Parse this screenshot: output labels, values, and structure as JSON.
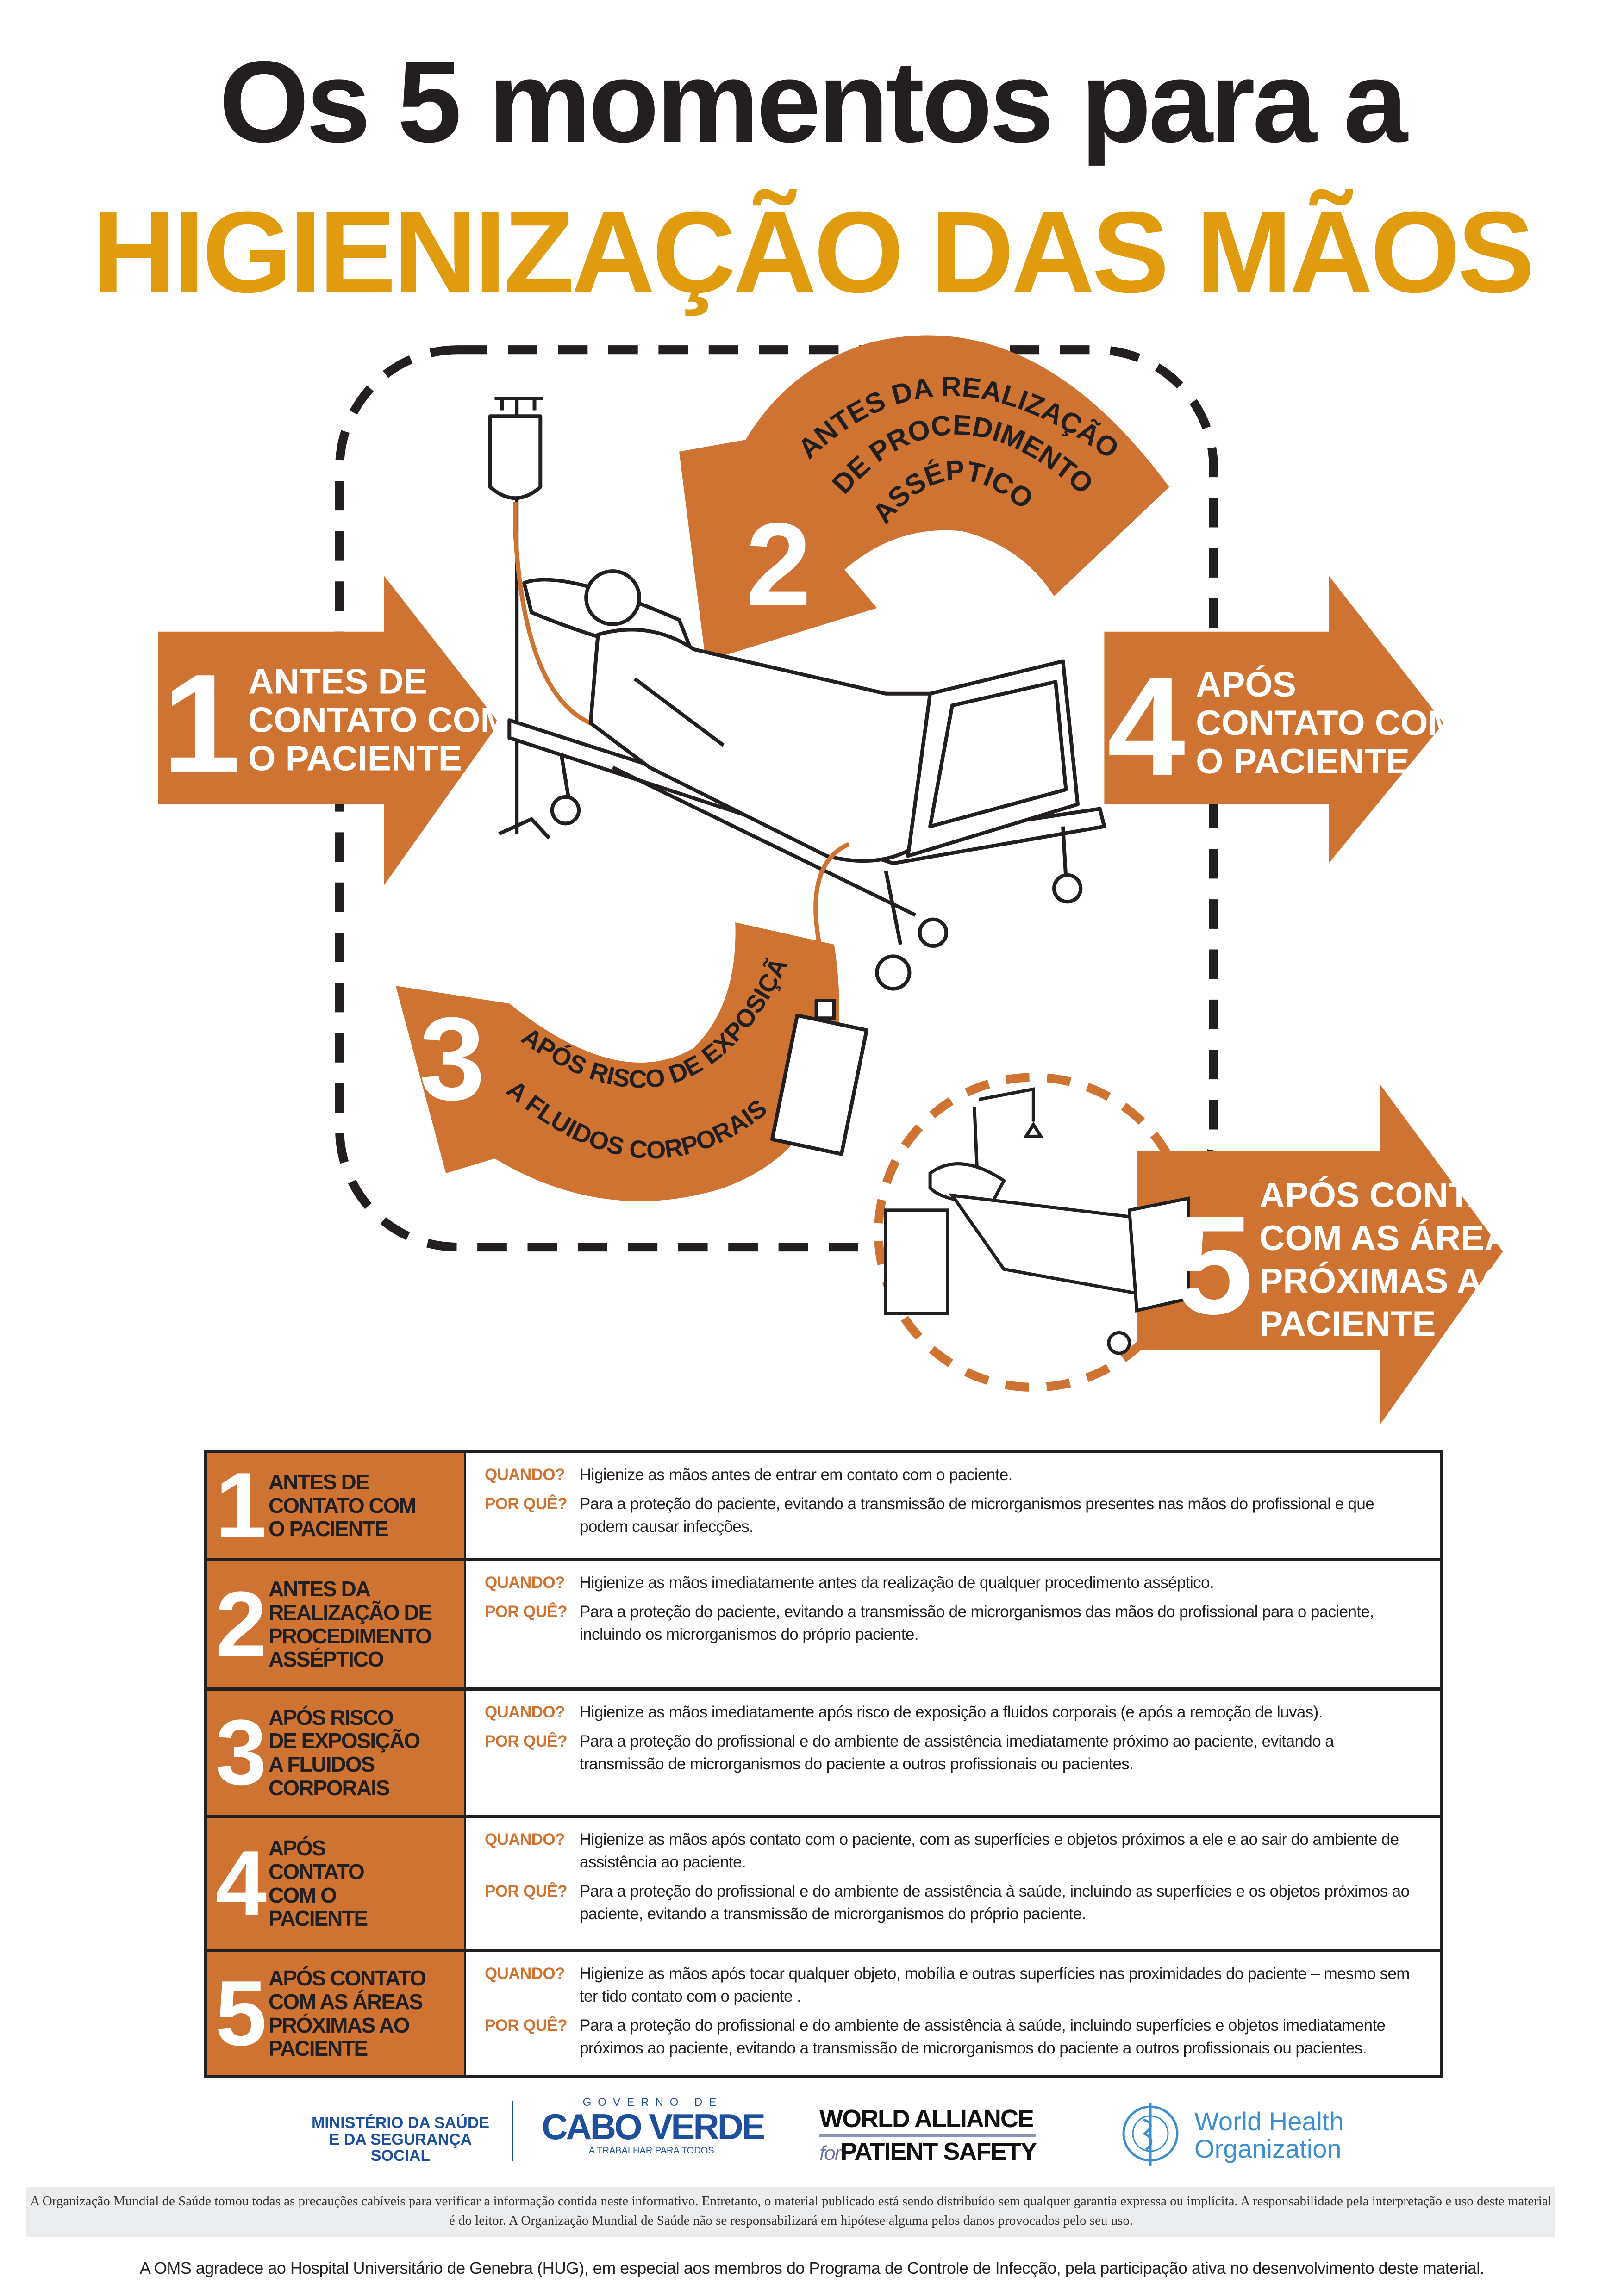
{
  "title": {
    "line1": "Os 5 momentos para a",
    "line2": "HIGIENIZAÇÃO DAS MÃOS"
  },
  "colors": {
    "orange": "#cf7332",
    "gold": "#e09b0f",
    "dark": "#231f20",
    "who_blue": "#3b8fd1",
    "cv_blue": "#1d4f9c"
  },
  "diagram": {
    "m1": {
      "num": "1",
      "lines": [
        "ANTES DE",
        "CONTATO COM",
        "O PACIENTE"
      ]
    },
    "m2": {
      "num": "2",
      "lines": [
        "ANTES DA REALIZAÇÃO",
        "DE PROCEDIMENTO",
        "ASSÉPTICO"
      ]
    },
    "m3": {
      "num": "3",
      "lines": [
        "APÓS RISCO DE EXPOSIÇÃO",
        "A FLUIDOS CORPORAIS"
      ]
    },
    "m4": {
      "num": "4",
      "lines": [
        "APÓS",
        "CONTATO COM",
        "O PACIENTE"
      ]
    },
    "m5": {
      "num": "5",
      "lines": [
        "APÓS CONTATO",
        "COM AS ÁREAS",
        "PRÓXIMAS AO",
        "PACIENTE"
      ]
    }
  },
  "table": {
    "when_label": "QUANDO?",
    "why_label": "POR QUÊ?",
    "rows": [
      {
        "num": "1",
        "label": [
          "ANTES DE",
          "CONTATO COM",
          "O PACIENTE"
        ],
        "when": "Higienize as mãos antes de entrar em contato com o paciente.",
        "why": "Para a proteção do paciente, evitando a transmissão de microrganismos presentes nas mãos do profissional e que podem causar infecções."
      },
      {
        "num": "2",
        "label": [
          "ANTES DA",
          "REALIZAÇÃO DE",
          "PROCEDIMENTO",
          "ASSÉPTICO"
        ],
        "when": "Higienize as mãos imediatamente antes da realização de qualquer procedimento asséptico.",
        "why": "Para a proteção do paciente, evitando a transmissão de microrganismos das mãos do profissional para o paciente, incluindo os microrganismos do próprio paciente."
      },
      {
        "num": "3",
        "label": [
          "APÓS RISCO",
          "DE EXPOSIÇÃO",
          "A FLUIDOS",
          "CORPORAIS"
        ],
        "when": "Higienize as mãos imediatamente após risco de exposição a fluidos corporais (e após a remoção de luvas).",
        "why": "Para a proteção do profissional e do ambiente de assistência imediatamente próximo ao paciente, evitando a transmissão de microrganismos do paciente a outros profissionais ou pacientes."
      },
      {
        "num": "4",
        "label": [
          "APÓS",
          "CONTATO",
          "COM O",
          "PACIENTE"
        ],
        "when": "Higienize as mãos após contato com o paciente, com as superfícies e objetos próximos a ele e ao sair do ambiente de assistência ao paciente.",
        "why": "Para a proteção do profissional e do ambiente de assistência à saúde, incluindo as superfícies e os objetos próximos ao paciente, evitando a transmissão de microrganismos do próprio paciente."
      },
      {
        "num": "5",
        "label": [
          "APÓS CONTATO",
          "COM AS ÁREAS",
          "PRÓXIMAS AO",
          "PACIENTE"
        ],
        "when": "Higienize as mãos após tocar qualquer objeto, mobília e outras superfícies nas proximidades do paciente – mesmo sem ter tido contato com o paciente .",
        "why": "Para a proteção do profissional e do ambiente de assistência à saúde, incluindo superfícies e objetos imediatamente próximos ao paciente, evitando a transmissão de microrganismos do paciente a outros profissionais ou pacientes."
      }
    ]
  },
  "logos": {
    "ministerio": [
      "MINISTÉRIO DA SAÚDE",
      "E DA SEGURANÇA",
      "SOCIAL"
    ],
    "cv_top": "GOVERNO DE",
    "cv_main": "CABO VERDE",
    "cv_sub": "A TRABALHAR PARA TODOS.",
    "wa_top": "WORLD ALLIANCE",
    "wa_for": "for",
    "wa_bottom": "PATIENT SAFETY",
    "who": [
      "World Health",
      "Organization"
    ]
  },
  "disclaimer": "A Organização Mundial de Saúde tomou todas as precauções cabíveis para verificar a informação contida neste informativo. Entretanto, o material publicado está sendo distribuído sem qualquer garantia expressa ou implícita. A responsabilidade pela interpretação e uso deste material é do leitor. A Organização Mundial de Saúde não se responsabilizará em hipótese alguma pelos danos provocados pelo seu uso.",
  "thanks": "A OMS agradece ao Hospital Universitário de Genebra (HUG), em especial aos membros do Programa de Controle de Infecção, pela participação ativa no desenvolvimento deste material."
}
